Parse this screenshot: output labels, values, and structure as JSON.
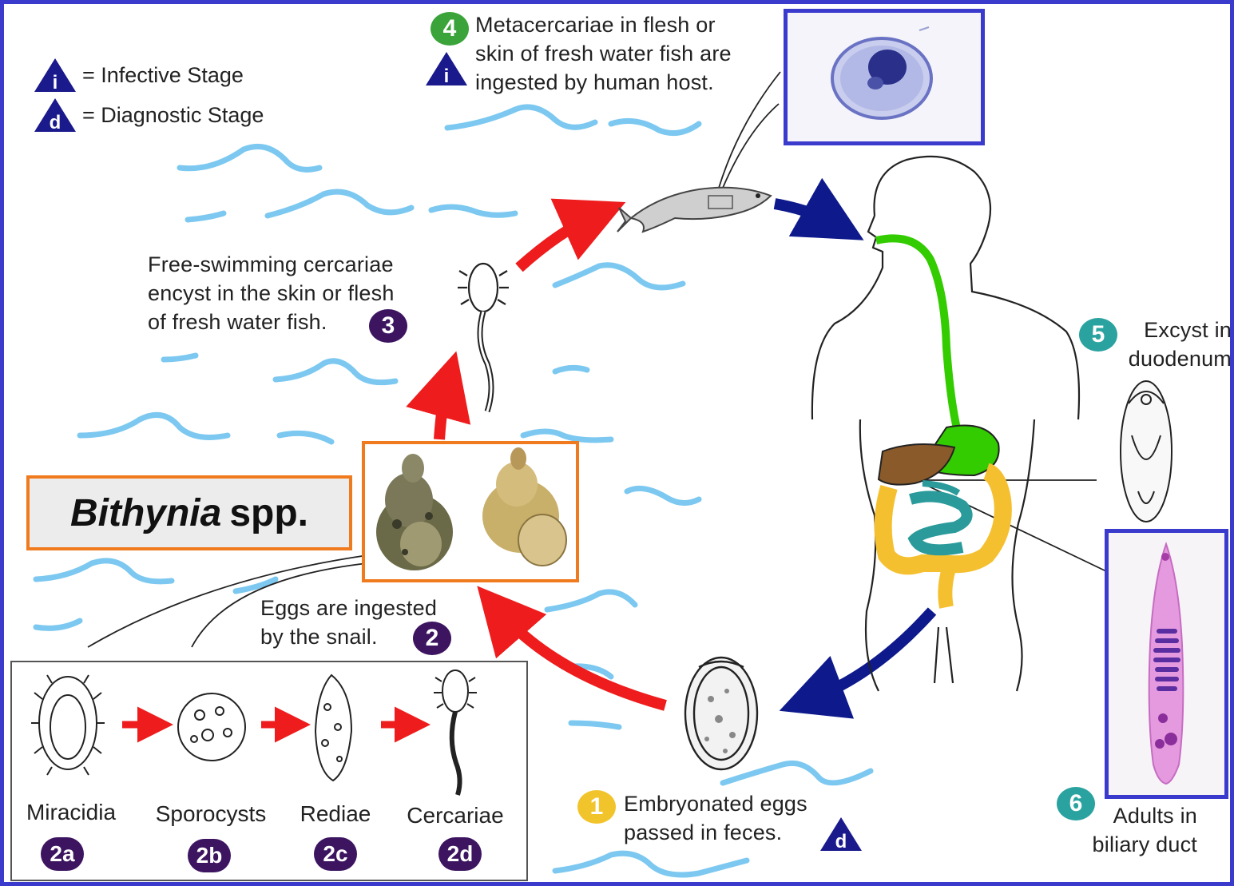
{
  "legend": {
    "infective": {
      "symbol": "i",
      "text": "= Infective Stage"
    },
    "diagnostic": {
      "symbol": "d",
      "text": "= Diagnostic Stage"
    }
  },
  "steps": [
    {
      "id": "1",
      "text": "Embryonated eggs\npassed in feces.",
      "marker": "d",
      "color": "#f2c42c"
    },
    {
      "id": "2",
      "text": "Eggs are ingested\nby the snail.",
      "color": "#3c1460"
    },
    {
      "id": "3",
      "text": "Free-swimming cercariae\nencyst in the skin or flesh\nof fresh water fish.",
      "color": "#3c1460"
    },
    {
      "id": "4",
      "text": "Metacercariae in flesh or\nskin of fresh water fish are\ningested by human host.",
      "marker": "i",
      "color": "#3aa33a"
    },
    {
      "id": "5",
      "text": "Excyst in\nduodenum",
      "color": "#2aa3a0"
    },
    {
      "id": "6",
      "text": "Adults in\nbiliary duct",
      "color": "#2aa3a0"
    }
  ],
  "snail_stages": [
    {
      "id": "2a",
      "label": "Miracidia"
    },
    {
      "id": "2b",
      "label": "Sporocysts"
    },
    {
      "id": "2c",
      "label": "Rediae"
    },
    {
      "id": "2d",
      "label": "Cercariae"
    }
  ],
  "snail_host": {
    "genus": "Bithynia",
    "suffix": "spp."
  },
  "colors": {
    "border_blue": "#3a3acd",
    "orange": "#f07a1e",
    "arrow_red": "#ee1c1c",
    "arrow_navy": "#0e1a8c",
    "water": "#7cc8f0",
    "gut_green": "#33cc00",
    "liver_brown": "#8a5a2a",
    "colon_yellow": "#f5c030",
    "small_intestine_teal": "#2a9a9a"
  }
}
